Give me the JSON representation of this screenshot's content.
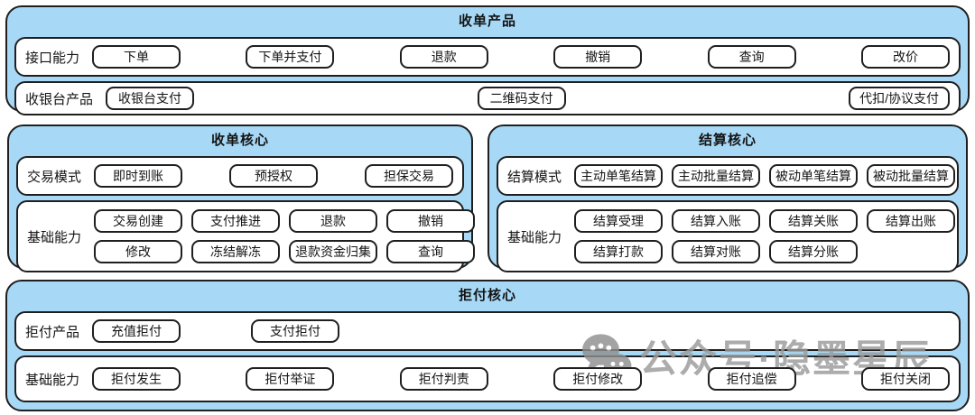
{
  "colors": {
    "panel_fill": "#a7d9f6",
    "stroke": "#1f1f1f",
    "button_fill": "#ffffff",
    "watermark_grey": "#9a9a9a"
  },
  "panels": {
    "acquiring_products": {
      "title": "收单产品",
      "rows": {
        "interface": {
          "label": "接口能力",
          "buttons": [
            "下单",
            "下单并支付",
            "退款",
            "撤销",
            "查询",
            "改价"
          ]
        },
        "checkout": {
          "label": "收银台产品",
          "buttons": [
            "收银台支付",
            "二维码支付",
            "代扣/协议支付"
          ]
        }
      }
    },
    "acquiring_core": {
      "title": "收单核心",
      "rows": {
        "trade_mode": {
          "label": "交易模式",
          "buttons": [
            "即时到账",
            "预授权",
            "担保交易"
          ]
        },
        "basic": {
          "label": "基础能力",
          "buttons": [
            "交易创建",
            "支付推进",
            "退款",
            "撤销",
            "修改",
            "冻结解冻",
            "退款资金归集",
            "查询"
          ]
        }
      }
    },
    "settlement_core": {
      "title": "结算核心",
      "rows": {
        "settle_mode": {
          "label": "结算模式",
          "buttons": [
            "主动单笔结算",
            "主动批量结算",
            "被动单笔结算",
            "被动批量结算"
          ]
        },
        "basic": {
          "label": "基础能力",
          "buttons": [
            "结算受理",
            "结算入账",
            "结算关账",
            "结算出账",
            "结算打款",
            "结算对账",
            "结算分账"
          ]
        }
      }
    },
    "chargeback_core": {
      "title": "拒付核心",
      "rows": {
        "products": {
          "label": "拒付产品",
          "buttons": [
            "充值拒付",
            "支付拒付"
          ]
        },
        "basic": {
          "label": "基础能力",
          "buttons": [
            "拒付发生",
            "拒付举证",
            "拒付判责",
            "拒付修改",
            "拒付追偿",
            "拒付关闭"
          ]
        }
      }
    }
  },
  "watermark": {
    "icon": "wechat-icon",
    "text": "公众号·隐墨星辰"
  }
}
